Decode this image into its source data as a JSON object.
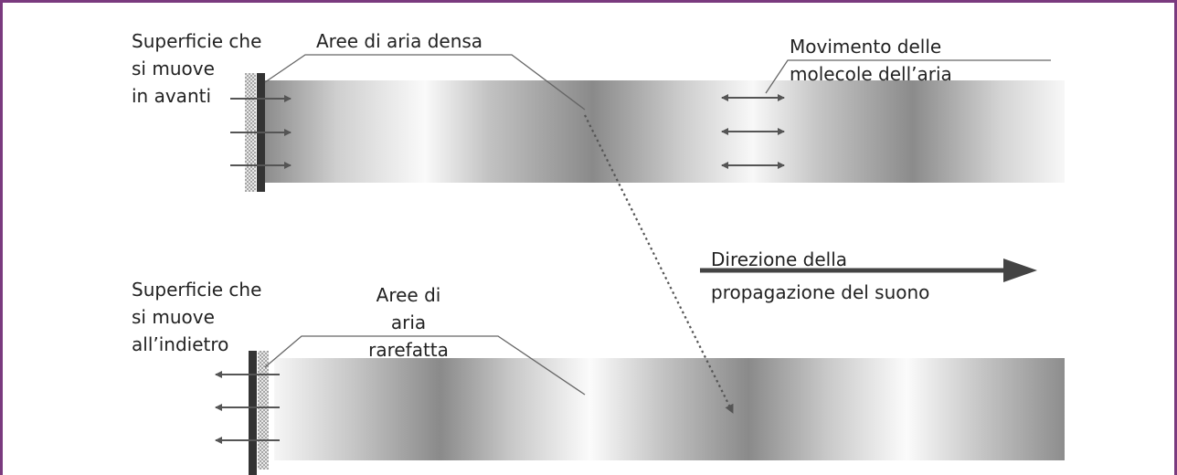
{
  "labels": {
    "surface_forward": "Superficie che\nsi muove\nin avanti",
    "dense_areas": "Aree di aria densa",
    "molecule_motion": "Movimento delle\nmolecole dell’aria",
    "propagation_direction": "Direzione della\npropagazione del suono",
    "surface_backward": "Superficie che\nsi muove\nall’indietro",
    "rarefied_areas": "Aree di\naria\nrarefatta"
  },
  "colors": {
    "frame": "#7a3a7e",
    "dense": "#8c8c8c",
    "rarefied": "#ffffff",
    "arrow": "#555555",
    "leader": "#666666"
  }
}
